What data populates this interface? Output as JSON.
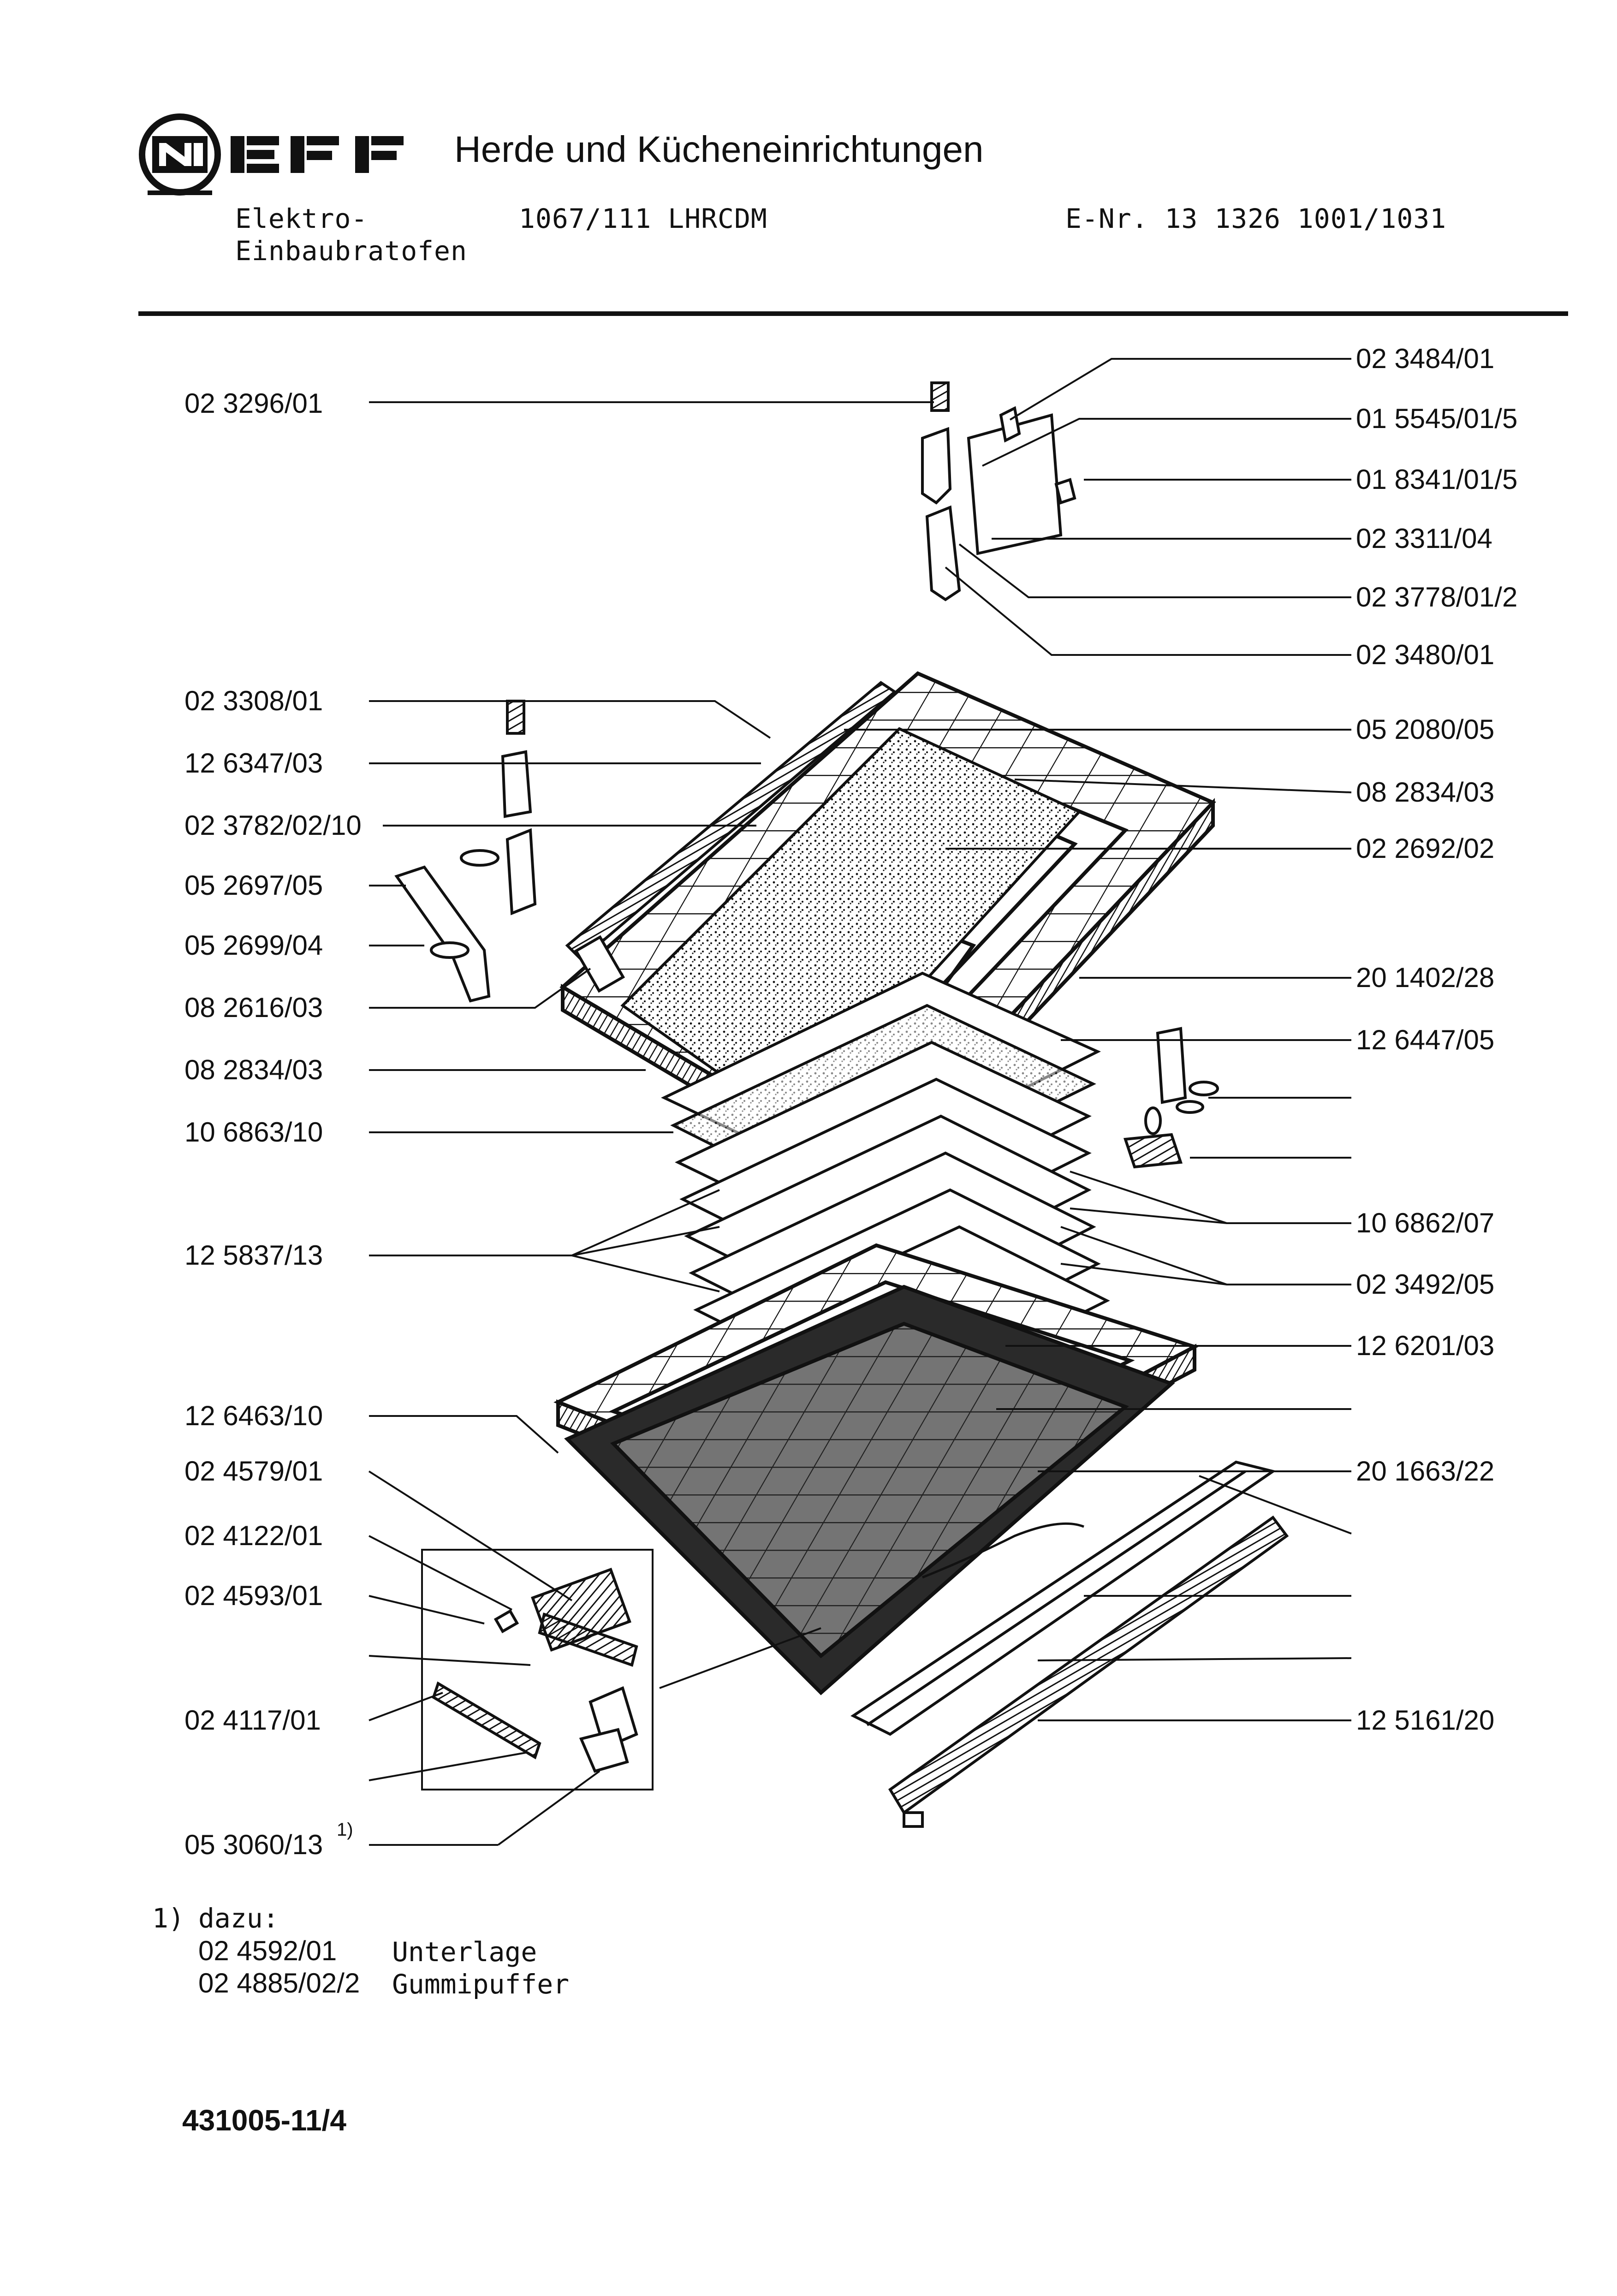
{
  "header": {
    "brand": "NEFF",
    "title": "Herde und Kücheneinrichtungen",
    "product_line1": "Elektro-",
    "product_line2": "Einbaubratofen",
    "model": "1067/111  LHRCDM",
    "enr": "E-Nr. 13 1326 1001/1031"
  },
  "parts_left": [
    "02 3296/01",
    "02 3308/01",
    "12 6347/03",
    "02 3782/02/10",
    "05 2697/05",
    "05 2699/04",
    "08 2616/03",
    "08 2834/03",
    "10 6863/10",
    "12 5837/13",
    "12 6463/10",
    "02 4579/01",
    "02 4122/01",
    "02 4593/01",
    "02 4117/01",
    "05 3060/13"
  ],
  "footnote_mark": "1)",
  "parts_right": [
    "02 3484/01",
    "01 5545/01/5",
    "01 8341/01/5",
    "02 3311/04",
    "02 3778/01/2",
    "02 3480/01",
    "05 2080/05",
    "08 2834/03",
    "02 2692/02",
    "20 1402/28",
    "12 6447/05",
    "10 6862/07",
    "02 3492/05",
    "12 6201/03",
    "20 1663/22",
    "12 5161/20"
  ],
  "footnote": {
    "marker": "1)",
    "intro": "dazu:",
    "items": [
      {
        "part": "02 4592/01",
        "desc": "Unterlage"
      },
      {
        "part": "02 4885/02/2",
        "desc": "Gummipuffer"
      }
    ]
  },
  "doc_code": "431005-11/4"
}
